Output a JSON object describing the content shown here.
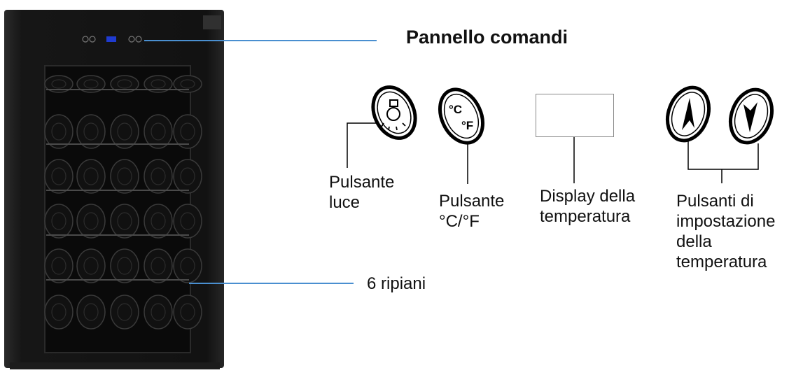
{
  "header": {
    "title": "Pannello comandi"
  },
  "labels": {
    "light_button": [
      "Pulsante",
      "luce"
    ],
    "unit_button": [
      "Pulsante",
      "°C/°F"
    ],
    "display": [
      "Display della",
      "temperatura"
    ],
    "set_buttons": [
      "Pulsanti di",
      "impostazione",
      "della",
      "temperatura"
    ],
    "shelves": "6 ripiani"
  },
  "unit_button": {
    "c": "°C",
    "f": "°F"
  },
  "icons": {
    "light": "lightbulb-icon",
    "up": "arrow-up-icon",
    "down": "arrow-down-icon"
  },
  "colors": {
    "leader_line": "#4a8fd0",
    "cabinet": "#141414",
    "glass": "#0a0a0a"
  }
}
